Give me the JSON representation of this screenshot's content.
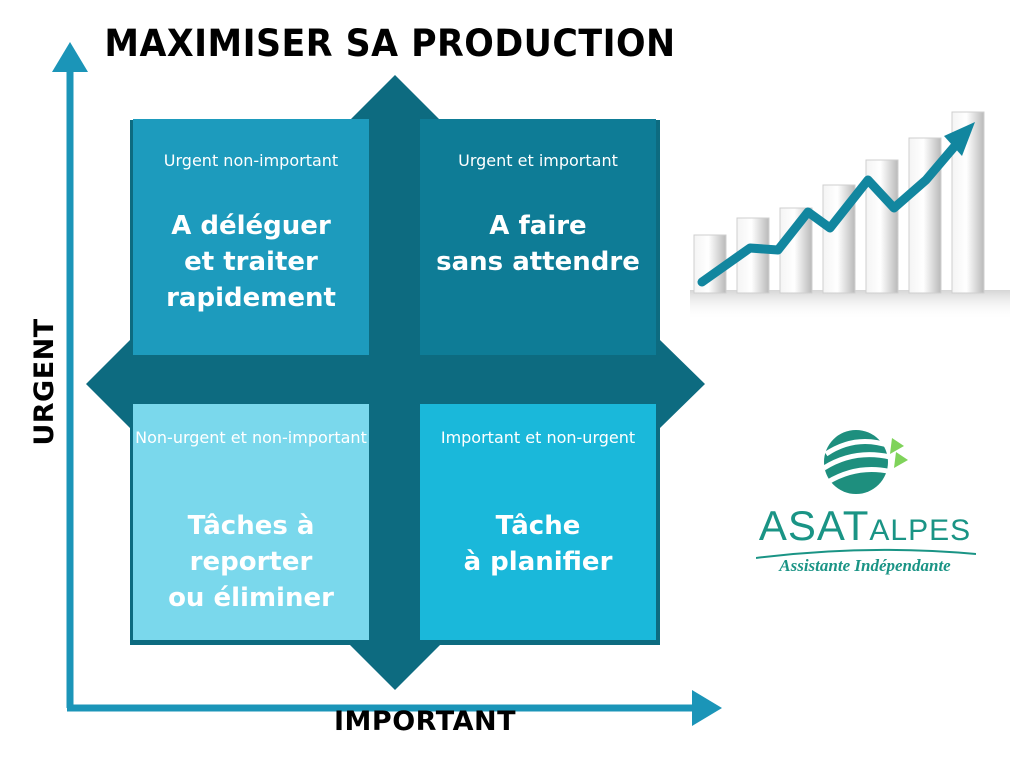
{
  "title": "MAXIMISER SA PRODUCTION",
  "axes": {
    "x_label": "IMPORTANT",
    "y_label": "URGENT"
  },
  "quadrants": {
    "top_left": {
      "subtitle": "Urgent non-important",
      "action": "A déléguer\net traiter\nrapidement"
    },
    "top_right": {
      "subtitle": "Urgent et important",
      "action": "A faire\nsans attendre"
    },
    "bottom_left": {
      "subtitle": "Non-urgent et non-important",
      "action": "Tâches à\nreporter\nou éliminer"
    },
    "bottom_right": {
      "subtitle": "Important et non-urgent",
      "action": "Tâche\nà planifier"
    }
  },
  "logo": {
    "brand_main": "ASAT",
    "brand_secondary": "ALPES",
    "tagline": "Assistante Indépendante"
  },
  "colors": {
    "axis": "#1b95b8",
    "cross": "#0d6b80",
    "quadrant_top_left": "#1d9bbd",
    "quadrant_top_right": "#0e7c96",
    "quadrant_bottom_left": "#7ad8ec",
    "quadrant_bottom_right": "#1ab8da",
    "logo_teal": "#1a9485"
  },
  "icons": [
    "growth-chart-icon",
    "asat-alpes-logo-icon"
  ]
}
